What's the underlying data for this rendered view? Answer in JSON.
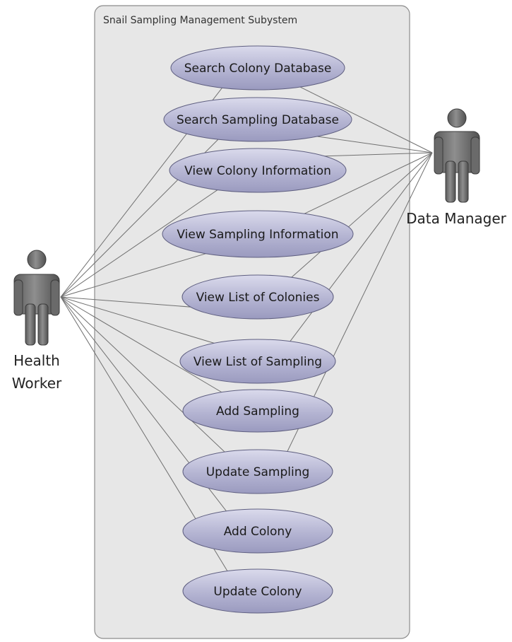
{
  "system": {
    "title": "Snail Sampling Management Subystem"
  },
  "actors": {
    "health_worker": {
      "line1": "Health",
      "line2": "Worker"
    },
    "data_manager": {
      "label": "Data Manager"
    }
  },
  "use_cases": [
    {
      "id": "search-colony-database",
      "label": "Search Colony Database",
      "actors": [
        "data_manager",
        "health_worker"
      ]
    },
    {
      "id": "search-sampling-database",
      "label": "Search Sampling Database",
      "actors": [
        "data_manager",
        "health_worker"
      ]
    },
    {
      "id": "view-colony-information",
      "label": "View Colony Information",
      "actors": [
        "data_manager",
        "health_worker"
      ]
    },
    {
      "id": "view-sampling-information",
      "label": "View Sampling Information",
      "actors": [
        "data_manager",
        "health_worker"
      ]
    },
    {
      "id": "view-list-of-colonies",
      "label": "View List of Colonies",
      "actors": [
        "data_manager",
        "health_worker"
      ]
    },
    {
      "id": "view-list-of-sampling",
      "label": "View List of Sampling",
      "actors": [
        "data_manager",
        "health_worker"
      ]
    },
    {
      "id": "add-sampling",
      "label": "Add Sampling",
      "actors": [
        "health_worker"
      ]
    },
    {
      "id": "update-sampling",
      "label": "Update Sampling",
      "actors": [
        "data_manager",
        "health_worker"
      ]
    },
    {
      "id": "add-colony",
      "label": "Add Colony",
      "actors": [
        "health_worker"
      ]
    },
    {
      "id": "update-colony",
      "label": "Update Colony",
      "actors": [
        "health_worker"
      ]
    }
  ],
  "colors": {
    "use_case_fill_top": "#d8d8ea",
    "use_case_fill_bottom": "#9d9dc2",
    "actor_fill": "#6f6f6f",
    "system_fill": "#e7e7e7"
  }
}
